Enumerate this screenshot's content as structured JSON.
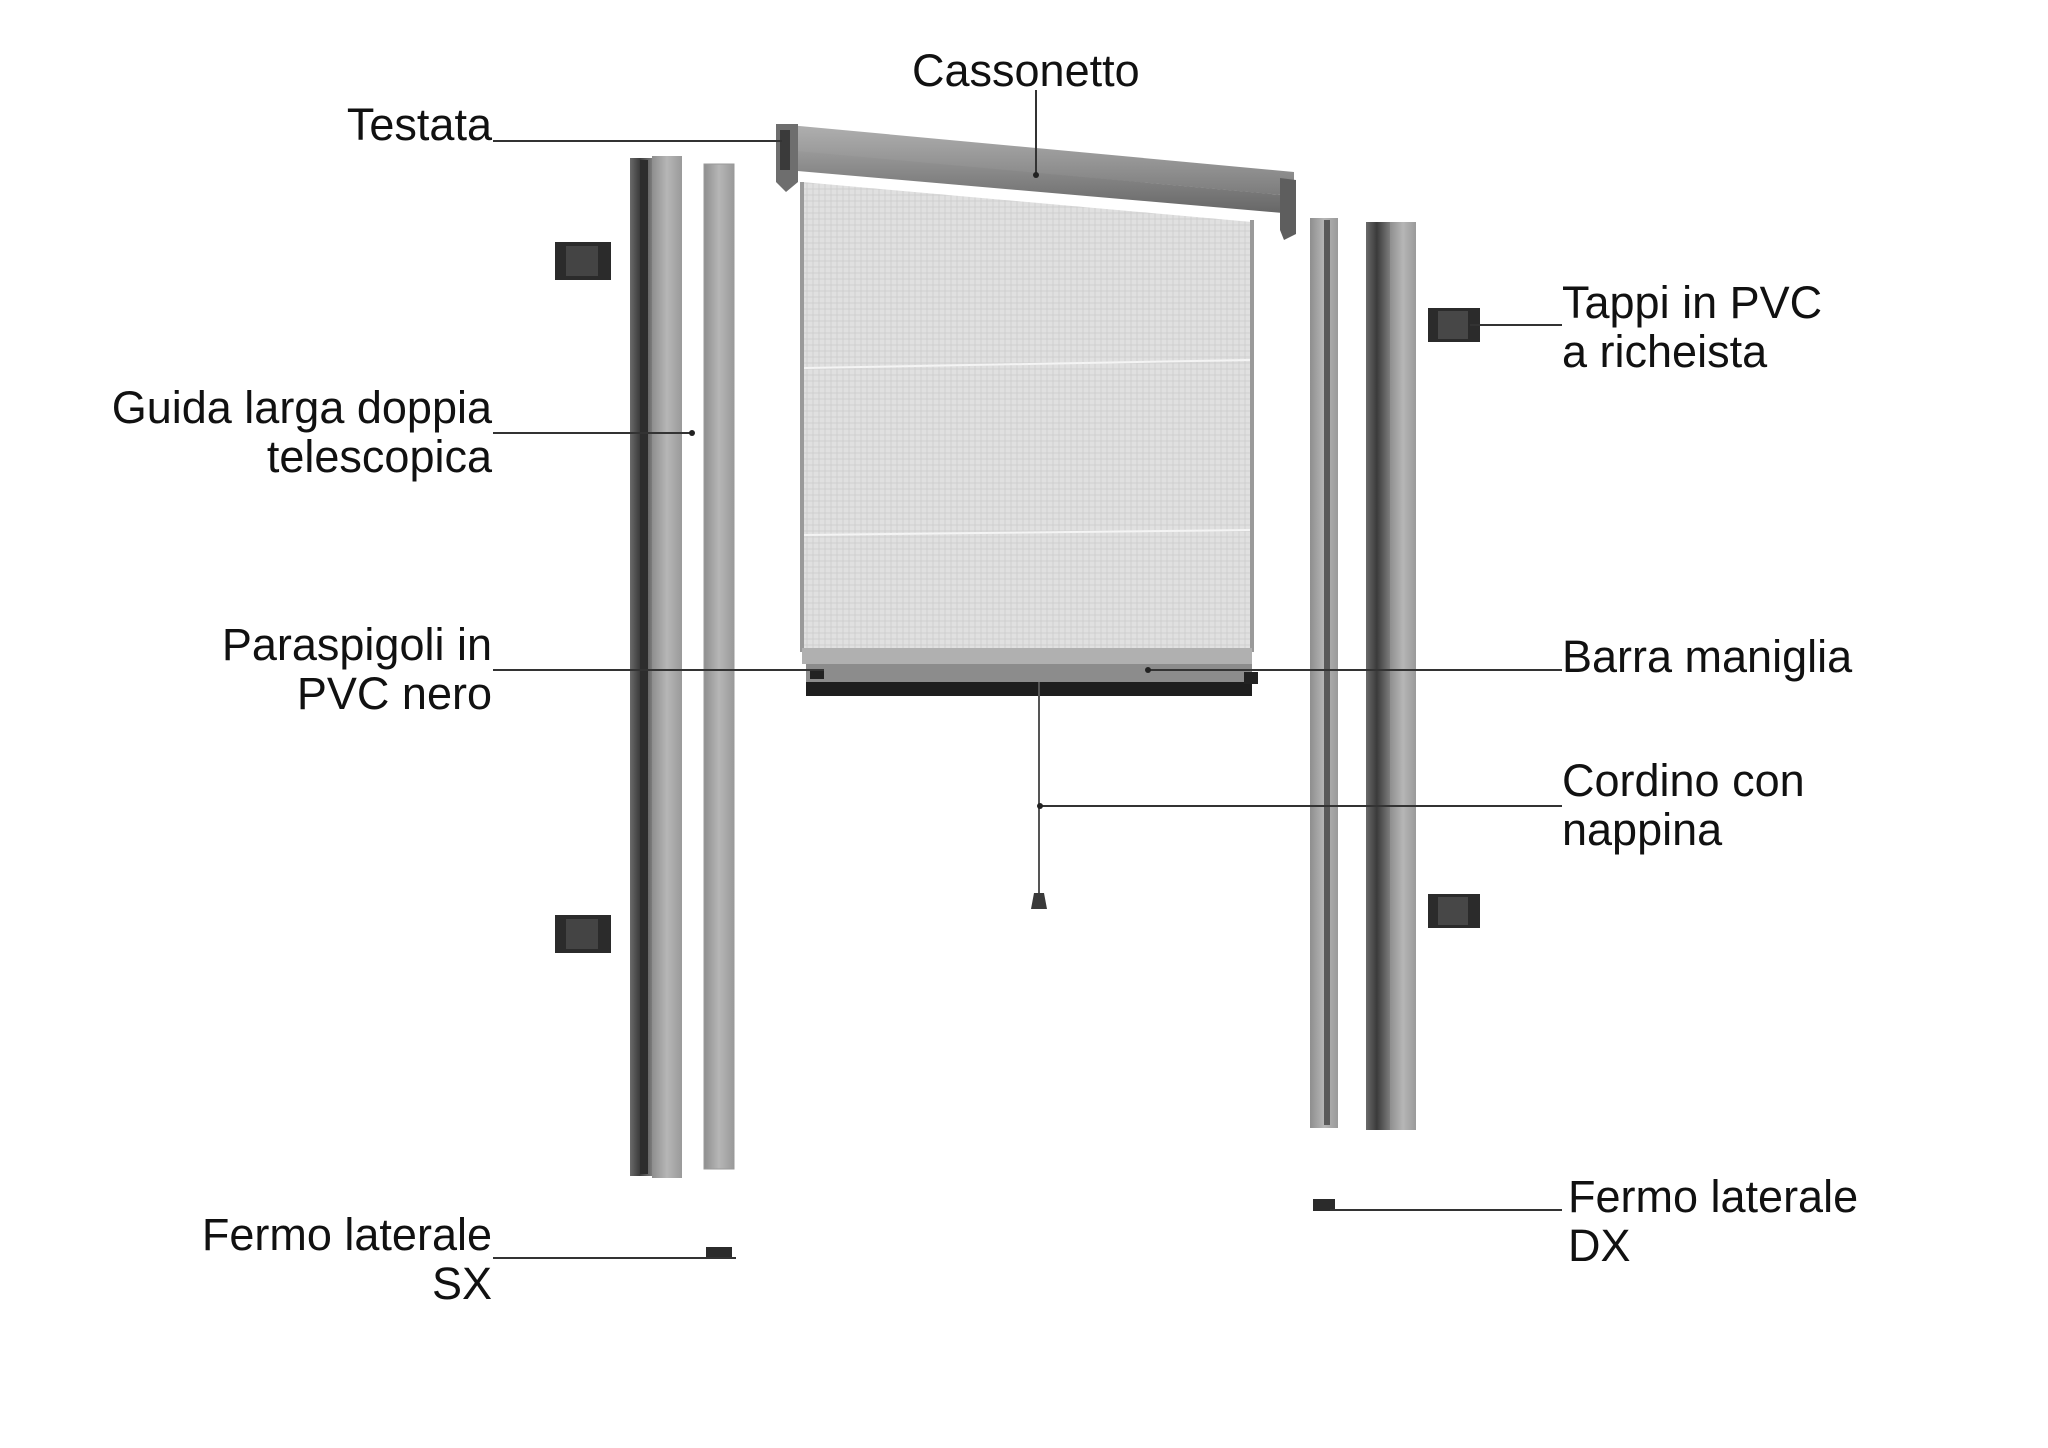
{
  "labels": {
    "cassonetto": [
      "Cassonetto"
    ],
    "testata": [
      "Testata"
    ],
    "guida": [
      "Guida larga doppia",
      "telescopica"
    ],
    "paraspigoli": [
      "Paraspigoli in",
      "PVC nero"
    ],
    "fermo_sx": [
      "Fermo laterale",
      "SX"
    ],
    "tappi": [
      "Tappi in PVC",
      "a richeista"
    ],
    "barra": [
      "Barra maniglia"
    ],
    "cordino": [
      "Cordino con",
      "nappina"
    ],
    "fermo_dx": [
      "Fermo laterale",
      "DX"
    ]
  },
  "colors": {
    "profile_light": "#a9a9a9",
    "profile_mid": "#8a8a8a",
    "profile_dark": "#4a4a4a",
    "mesh": "#dcdcdc",
    "cap": "#2b2b2b",
    "leader": "#333333"
  }
}
